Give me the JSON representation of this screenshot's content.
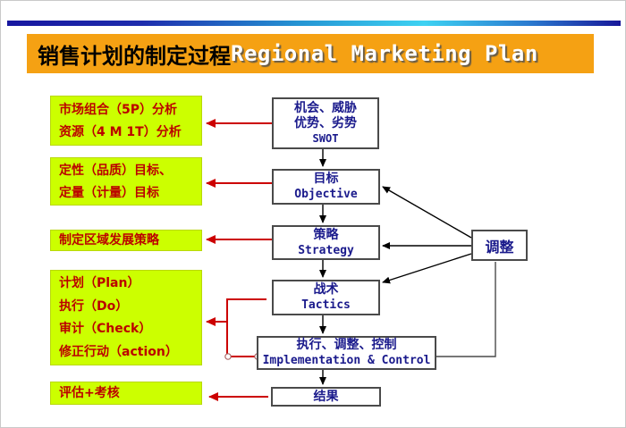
{
  "title": {
    "zh": "销售计划的制定过程",
    "en": "Regional Marketing Plan"
  },
  "left_boxes": [
    {
      "lines": [
        "市场组合（5P）分析",
        "资源（4 M 1T）分析"
      ]
    },
    {
      "lines": [
        "定性（品质）目标、",
        "定量（计量）目标"
      ]
    },
    {
      "lines": [
        "制定区域发展策略"
      ]
    },
    {
      "lines": [
        "计划（Plan）",
        "执行（Do）",
        "审计（Check）",
        "修正行动（action）"
      ]
    },
    {
      "lines": [
        "评估+考核"
      ]
    }
  ],
  "flow_boxes": [
    {
      "zh1": "机会、威胁",
      "zh2": "优势、劣势",
      "en": "SWOT"
    },
    {
      "zh1": "目标",
      "en": "Objective"
    },
    {
      "zh1": "策略",
      "en": "Strategy"
    },
    {
      "zh1": "战术",
      "en": "Tactics"
    },
    {
      "zh1": "执行、调整、控制",
      "en": "Implementation & Control"
    },
    {
      "zh1": "结果"
    }
  ],
  "adjust_box": {
    "label": "调整"
  },
  "colors": {
    "banner_orange": "#F5A113",
    "highlight_green": "#CCFF00",
    "text_red": "#BB0000",
    "text_navy": "#1A1A8C",
    "arrow_red": "#CC0000",
    "arrow_black": "#000000",
    "rule_blue_dark": "#1717A0",
    "rule_blue_cyan": "#3ED2F2"
  }
}
